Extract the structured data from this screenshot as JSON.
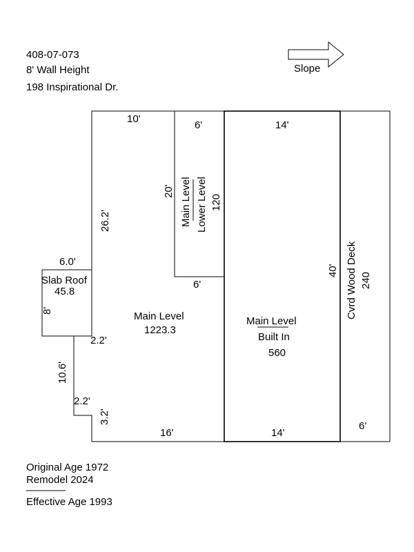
{
  "header": {
    "parcel_id": "408-07-073",
    "wall_height": "8' Wall Height",
    "address": "198 Inspirational Dr.",
    "slope_label": "Slope"
  },
  "areas": {
    "slab_roof": {
      "name": "Slab Roof",
      "area": "45.8"
    },
    "main_level": {
      "name": "Main Level",
      "area": "1223.3"
    },
    "lower_level": {
      "name_top": "Main Level",
      "name_bottom": "Lower Level",
      "area": "120"
    },
    "built_in": {
      "name": "Main Level",
      "sub": "Built In",
      "area": "560"
    },
    "deck": {
      "name": "Cvrd Wood Deck",
      "area": "240"
    }
  },
  "dimensions": {
    "top_left": "10'",
    "lower_top": "6'",
    "lower_left": "20'",
    "lower_bottom": "6'",
    "built_in_top": "14'",
    "built_in_bottom": "14'",
    "main_left": "26.2'",
    "slab_top": "6.0'",
    "slab_left": "8'",
    "step_upper": "2.2'",
    "notch_left": "10.6'",
    "step_lower": "2.2'",
    "bottom_left_vertical": "3.2'",
    "main_bottom": "16'",
    "deck_left": "40'",
    "deck_bottom": "6'"
  },
  "footer": {
    "original_age": "Original Age 1972",
    "remodel": "Remodel 2024",
    "effective_age": "Effective Age 1993"
  }
}
